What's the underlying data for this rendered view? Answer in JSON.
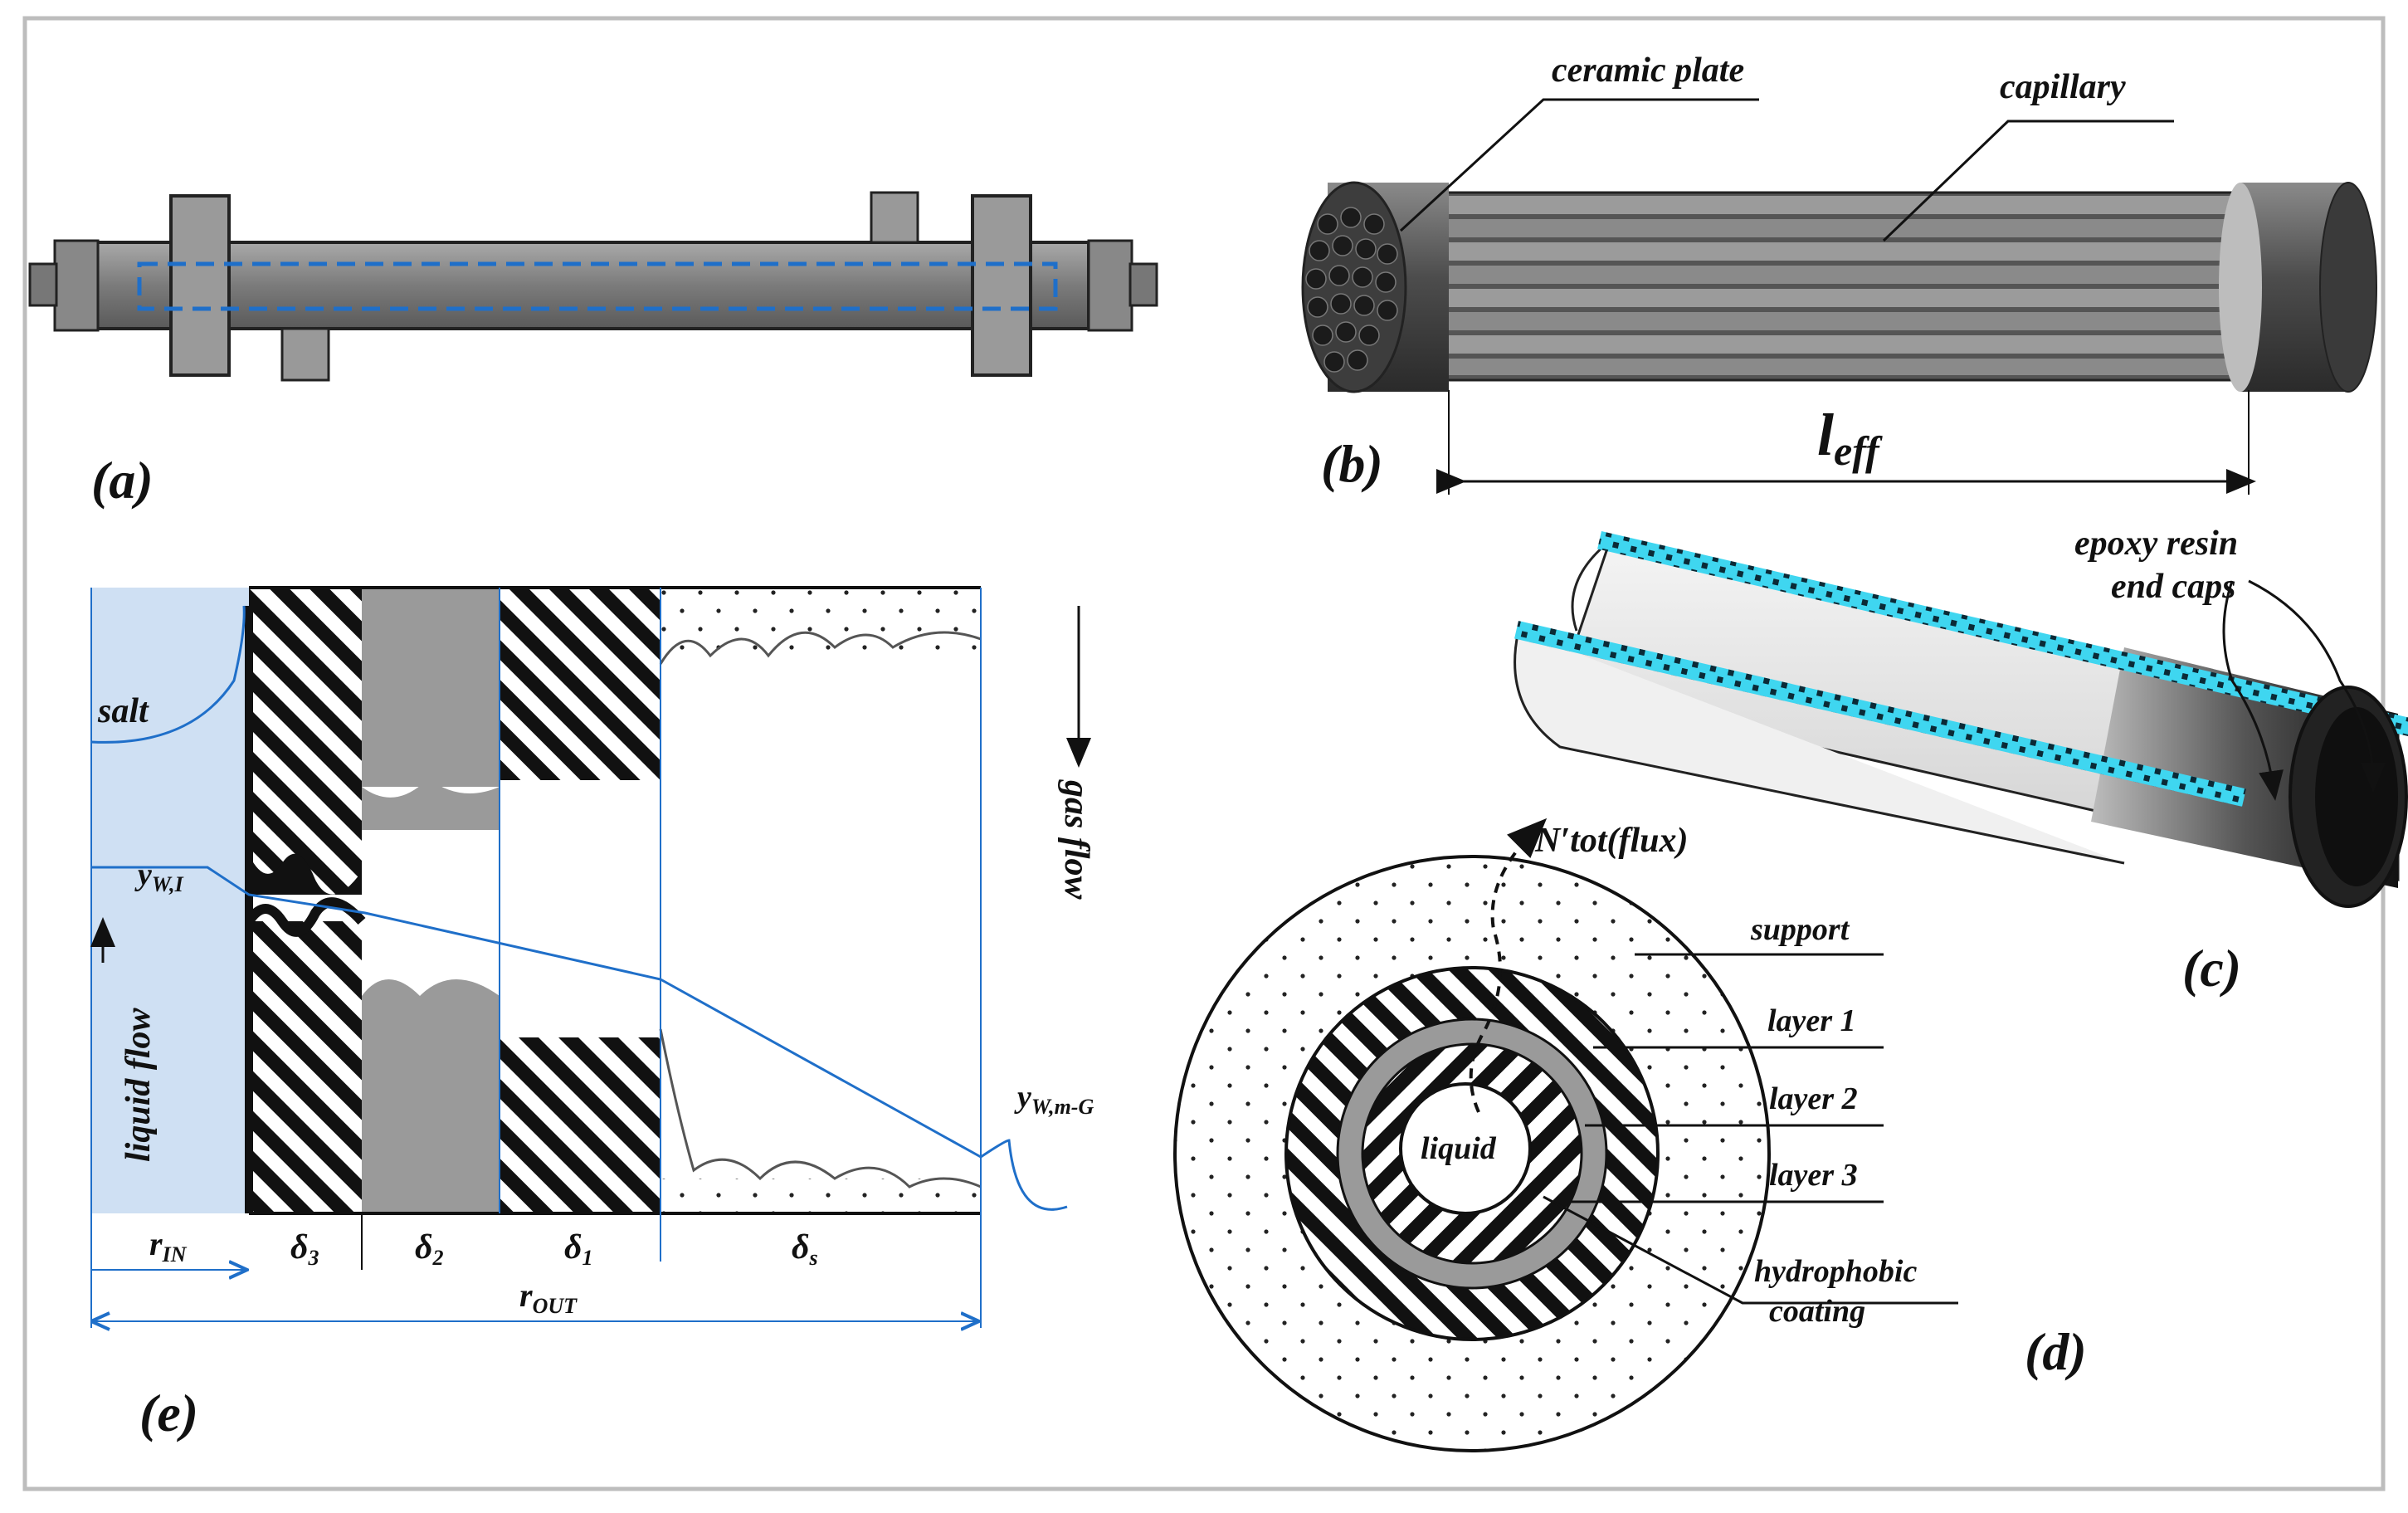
{
  "panels": {
    "a": {
      "tag": "(a)"
    },
    "b": {
      "tag": "(b)",
      "ceramic_plate": "ceramic plate",
      "capillary": "capillary",
      "leff_main": "l",
      "leff_sub": "eff"
    },
    "c": {
      "tag": "(c)",
      "epoxy_line1": "epoxy resin",
      "epoxy_line2": "end caps"
    },
    "d": {
      "tag": "(d)",
      "flux": "N′tot(flux)",
      "support": "support",
      "layer1": "layer 1",
      "layer2": "layer 2",
      "layer3": "layer 3",
      "liquid": "liquid",
      "hydrophobic1": "hydrophobic",
      "hydrophobic2": "coating"
    },
    "e": {
      "tag": "(e)",
      "salt": "salt",
      "liquid_flow": "liquid flow",
      "gas_flow": "gas flow",
      "ywi_main": "y",
      "ywi_sub": "W,I",
      "ywmg_main": "y",
      "ywmg_sub": "W,m-G",
      "rin_main": "r",
      "rin_sub": "IN",
      "rout_main": "r",
      "rout_sub": "OUT",
      "d3": "δ",
      "d3_sub": "3",
      "d2": "δ",
      "d2_sub": "2",
      "d1": "δ",
      "d1_sub": "1",
      "ds": "δ",
      "ds_sub": "s"
    }
  },
  "colors": {
    "accent_blue": "#1f6fc9",
    "cyan_seal": "#3fd6f0",
    "light_blue_fill": "#cfe0f3",
    "gray_layer": "#9a9a9a",
    "steel": "#7d7d7d",
    "dark_steel": "#333333",
    "frame": "#c8c8c8"
  }
}
